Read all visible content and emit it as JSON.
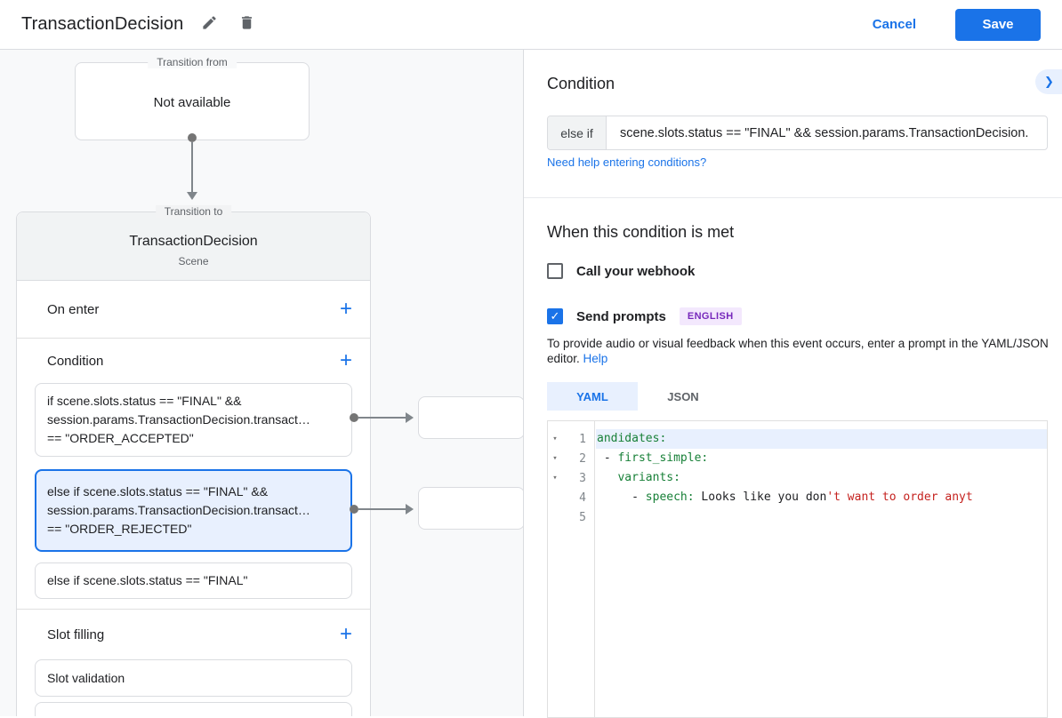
{
  "header": {
    "title": "TransactionDecision",
    "cancel_label": "Cancel",
    "save_label": "Save"
  },
  "icons": {
    "plus": "+",
    "chevron_right": "❯",
    "fold": "▾",
    "check": "✓"
  },
  "colors": {
    "accent_blue": "#1a73e8",
    "selected_bg": "#e8f0fe",
    "badge_text": "#7627bb",
    "badge_bg": "#f3e8fd",
    "code_key_green": "#188038",
    "code_string_red": "#c5221f"
  },
  "canvas": {
    "transition_from": {
      "legend": "Transition from",
      "value": "Not available"
    },
    "scene": {
      "legend": "Transition to",
      "title": "TransactionDecision",
      "subtitle": "Scene",
      "on_enter": {
        "label": "On enter"
      },
      "condition": {
        "label": "Condition",
        "cards": [
          {
            "selected": false,
            "lines": [
              "if scene.slots.status == \"FINAL\" &&",
              "session.params.TransactionDecision.transact…",
              "== \"ORDER_ACCEPTED\""
            ]
          },
          {
            "selected": true,
            "lines": [
              "else if scene.slots.status == \"FINAL\" &&",
              "session.params.TransactionDecision.transact…",
              "== \"ORDER_REJECTED\""
            ]
          },
          {
            "selected": false,
            "lines": [
              "else if scene.slots.status == \"FINAL\""
            ]
          }
        ]
      },
      "slot_filling": {
        "label": "Slot filling",
        "cards": [
          {
            "label": "Slot validation"
          }
        ]
      }
    }
  },
  "panel": {
    "condition": {
      "heading": "Condition",
      "prefix": "else if",
      "expression": "scene.slots.status == \"FINAL\" && session.params.TransactionDecision.",
      "help_link": "Need help entering conditions?"
    },
    "when_met": {
      "heading": "When this condition is met",
      "webhook_label": "Call your webhook",
      "webhook_checked": false,
      "send_prompts_label": "Send prompts",
      "send_prompts_checked": true,
      "language_badge": "ENGLISH",
      "description": "To provide audio or visual feedback when this event occurs, enter a prompt in the YAML/JSON editor.",
      "help_label": "Help"
    },
    "editor": {
      "tabs": [
        {
          "label": "YAML",
          "active": true
        },
        {
          "label": "JSON",
          "active": false
        }
      ],
      "lines": [
        {
          "num": "1",
          "fold": true,
          "highlight": true,
          "segments": [
            {
              "text": "andidates:",
              "style": "key"
            }
          ]
        },
        {
          "num": "2",
          "fold": true,
          "highlight": false,
          "segments": [
            {
              "text": " - ",
              "style": "plain"
            },
            {
              "text": "first_simple:",
              "style": "key"
            }
          ]
        },
        {
          "num": "3",
          "fold": true,
          "highlight": false,
          "segments": [
            {
              "text": "   ",
              "style": "plain"
            },
            {
              "text": "variants:",
              "style": "key"
            }
          ]
        },
        {
          "num": "4",
          "fold": false,
          "highlight": false,
          "segments": [
            {
              "text": "     - ",
              "style": "plain"
            },
            {
              "text": "speech:",
              "style": "key"
            },
            {
              "text": " Looks like you don",
              "style": "plain"
            },
            {
              "text": "'t want to order anyt",
              "style": "string"
            }
          ]
        },
        {
          "num": "5",
          "fold": false,
          "highlight": false,
          "segments": []
        }
      ]
    }
  }
}
